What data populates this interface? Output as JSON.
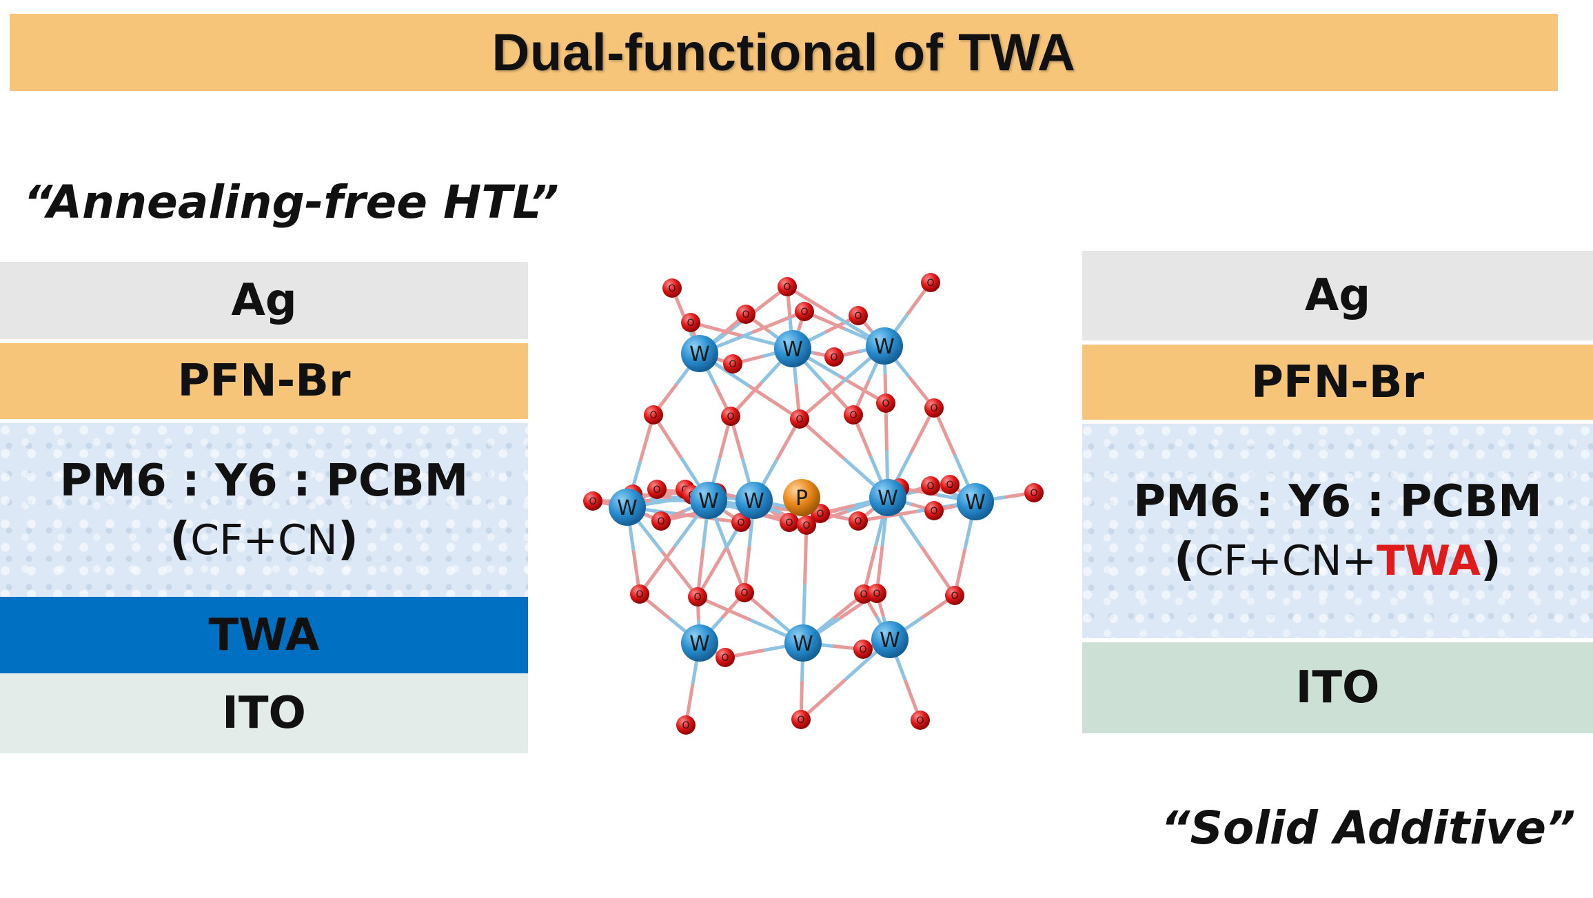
{
  "title": "Dual-functional of TWA",
  "left_caption": "“Annealing-free HTL”",
  "right_caption": "“Solid Additive”",
  "left_stack": {
    "ag": "Ag",
    "pfn": "PFN-Br",
    "active_main": "PM6 : Y6 : PCBM",
    "active_open": "(",
    "active_sub": "CF+CN",
    "active_close": ")",
    "twa": "TWA",
    "ito": "ITO"
  },
  "right_stack": {
    "ag": "Ag",
    "pfn": "PFN-Br",
    "active_main": "PM6 : Y6 : PCBM",
    "active_open": "(",
    "active_sub": "CF+CN+",
    "active_additive": "TWA",
    "active_close": ")",
    "ito": "ITO"
  },
  "molecule": {
    "tungsten_label": "W",
    "phosphorus_label": "P",
    "oxygen_label": "O",
    "colors": {
      "tungsten": "#2a8fd0",
      "phosphorus": "#e8891a",
      "oxygen": "#dd1515",
      "bond_w": "#8ec3e3",
      "bond_o": "#e89a9a"
    }
  },
  "colors": {
    "banner": "#f6c57a",
    "ag_layer": "#e6e6e6",
    "pfn_layer": "#f6c57a",
    "twa_layer": "#0071c2",
    "highlight_red": "#e01b1b"
  }
}
